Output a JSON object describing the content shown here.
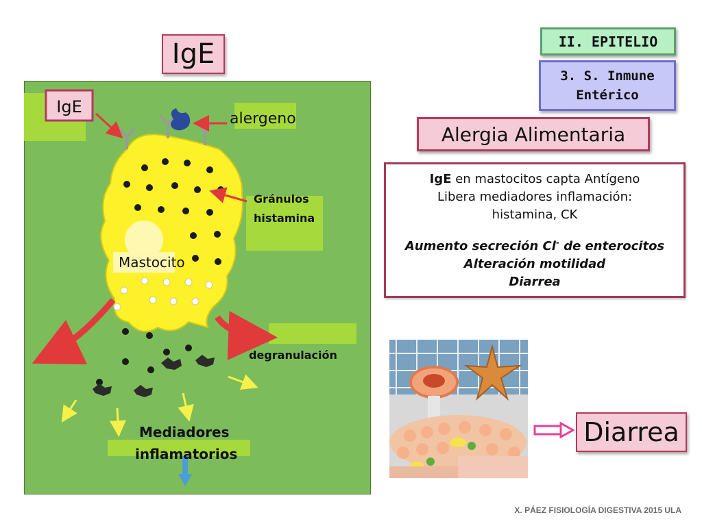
{
  "title": "IgE",
  "tags": {
    "section": "II. EPITELIO",
    "subsection_line1": "3. S. Inmune",
    "subsection_line2": "Entérico"
  },
  "heading": "Alergia Alimentaria",
  "description": {
    "line1_bold": "IgE",
    "line1_rest": " en mastocitos capta Antígeno",
    "line2": "Libera mediadores inflamación:",
    "line3": "histamina, CK",
    "line4_a": "Aumento secreción Cl",
    "line4_sup": "-",
    "line4_b": " de enterocitos",
    "line5": "Alteración motilidad",
    "line6": "Diarrea"
  },
  "diagram": {
    "ige_label": "IgE",
    "allergen_label": "alergeno",
    "granules_label_line1": "Gránulos",
    "granules_label_line2": "histamina",
    "mast_cell_label": "Mastocito",
    "degranulation_label": "degranulación",
    "mediators_label_line1": "Mediadores",
    "mediators_label_line2": "inflamatorios"
  },
  "result": "Diarrea",
  "footer": "X. PÁEZ   FISIOLOGÍA DIGESTIVA 2015 ULA",
  "colors": {
    "panel_bg": "#7dbc5a",
    "cell_fill": "#fdf12a",
    "pink_box": "#f4cbd7",
    "pink_border": "#b5395f",
    "arrow_red": "#e03a3a"
  }
}
